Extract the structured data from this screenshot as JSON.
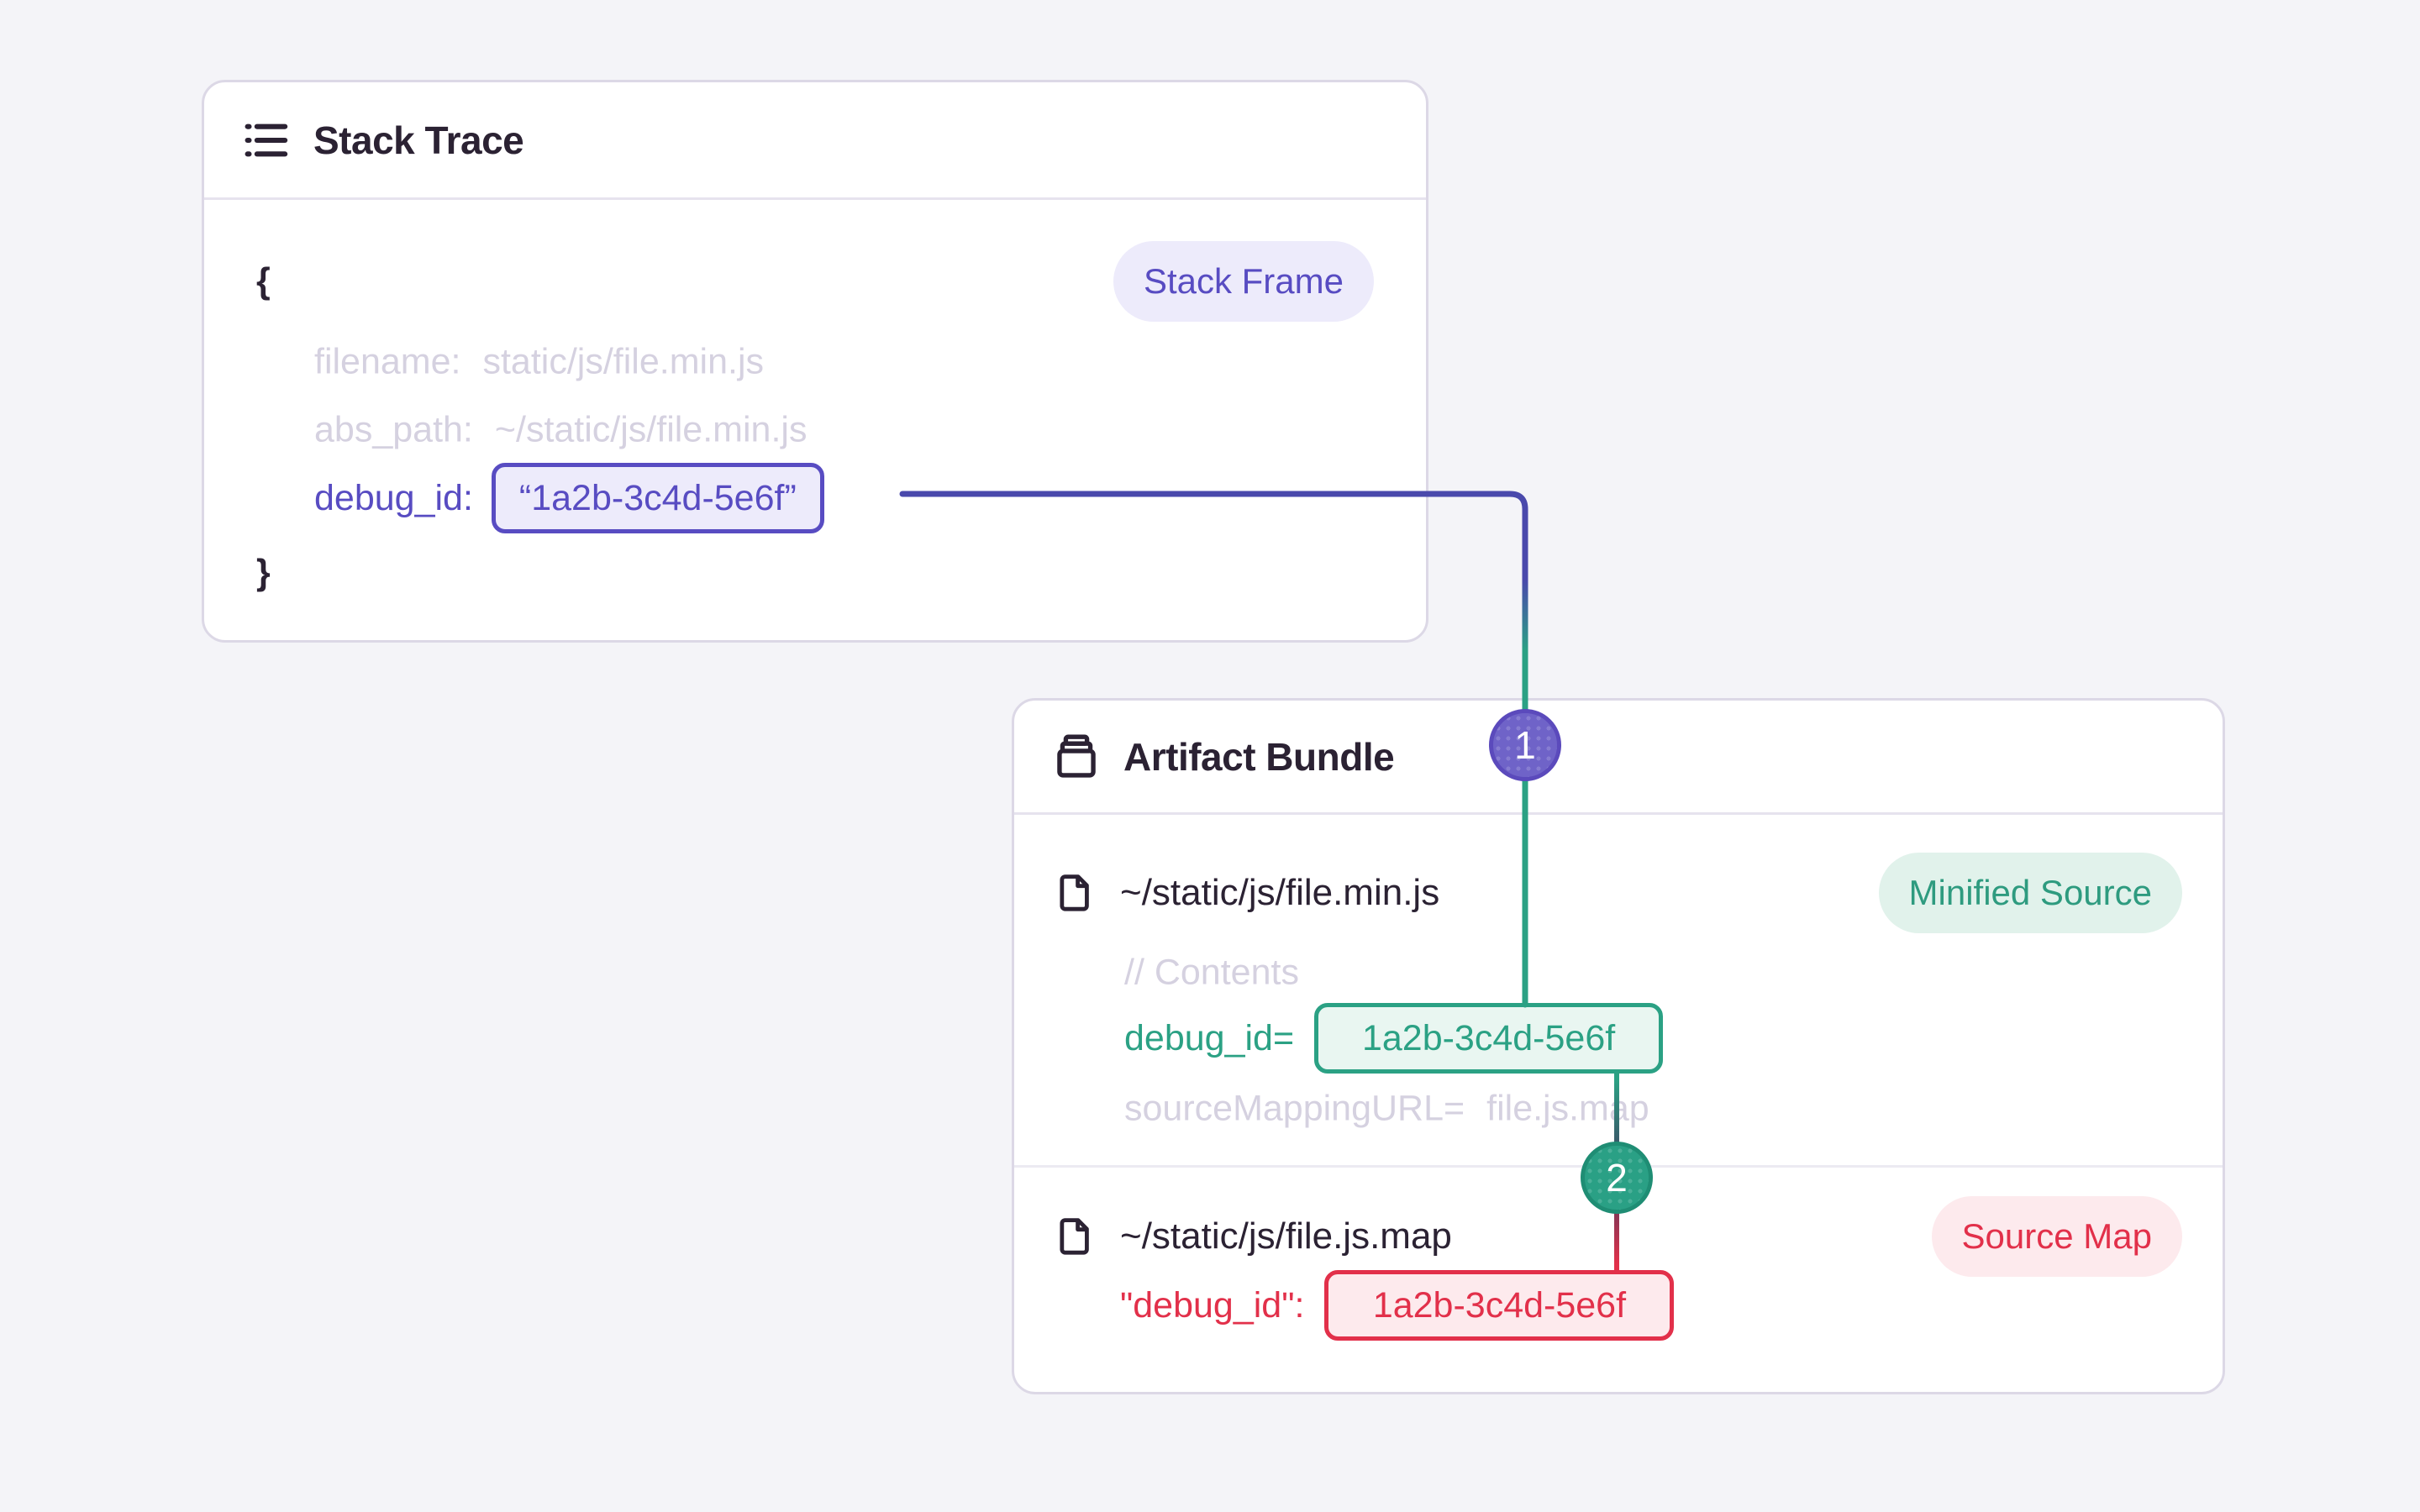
{
  "colors": {
    "background": "#f4f4f8",
    "card_border": "#dcd8e6",
    "text_dark": "#2b2233",
    "text_muted": "#d5d1e0",
    "purple_accent": "#584cc2",
    "purple_line": "#4a49ac",
    "purple_badge_bg": "#edebfb",
    "green_accent": "#2ba184",
    "green_badge_bg": "#e1f2eb",
    "red_accent": "#e2304a",
    "red_badge_bg": "#fdeaed"
  },
  "stack_trace": {
    "title": "Stack Trace",
    "frame_badge": "Stack Frame",
    "open_brace": "{",
    "close_brace": "}",
    "filename_key": "filename:",
    "filename_value": "static/js/file.min.js",
    "abs_path_key": "abs_path:",
    "abs_path_value": "~/static/js/file.min.js",
    "debug_id_key": "debug_id:",
    "debug_id_value": "“1a2b-3c4d-5e6f”"
  },
  "artifact_bundle": {
    "title": "Artifact Bundle",
    "step_1": "1",
    "step_2": "2",
    "minified": {
      "path": "~/static/js/file.min.js",
      "badge": "Minified Source",
      "comment": "// Contents",
      "debug_id_key": "debug_id=",
      "debug_id_value": "1a2b-3c4d-5e6f",
      "source_mapping_key": "sourceMappingURL=",
      "source_mapping_value": "file.js.map"
    },
    "source_map": {
      "path": "~/static/js/file.js.map",
      "badge": "Source Map",
      "debug_id_key": "\"debug_id\":",
      "debug_id_value": "1a2b-3c4d-5e6f"
    }
  }
}
